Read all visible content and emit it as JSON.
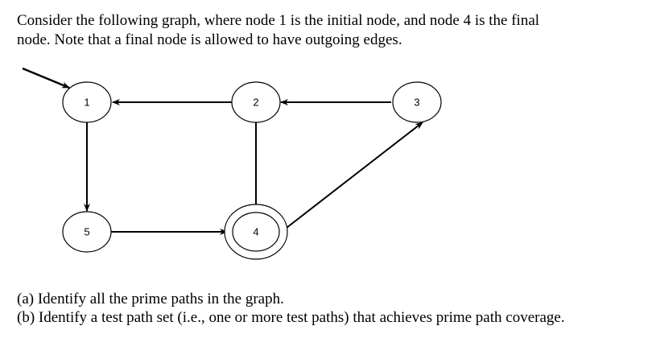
{
  "intro": {
    "line1": "Consider the following graph, where node 1 is the initial node, and node 4 is the final",
    "line2": "node. Note that a final node is allowed to have outgoing edges."
  },
  "graph": {
    "initial_node": "1",
    "final_nodes": [
      "4"
    ],
    "nodes": [
      {
        "id": "1",
        "label": "1"
      },
      {
        "id": "2",
        "label": "2"
      },
      {
        "id": "3",
        "label": "3"
      },
      {
        "id": "4",
        "label": "4"
      },
      {
        "id": "5",
        "label": "5"
      }
    ],
    "edges": [
      {
        "from": "2",
        "to": "1"
      },
      {
        "from": "3",
        "to": "2"
      },
      {
        "from": "1",
        "to": "5"
      },
      {
        "from": "2",
        "to": "4"
      },
      {
        "from": "5",
        "to": "4"
      },
      {
        "from": "4",
        "to": "3"
      }
    ]
  },
  "questions": {
    "a": "(a) Identify all the prime paths in the graph.",
    "b": "(b) Identify a test path set (i.e., one or more test paths) that achieves prime path coverage."
  }
}
